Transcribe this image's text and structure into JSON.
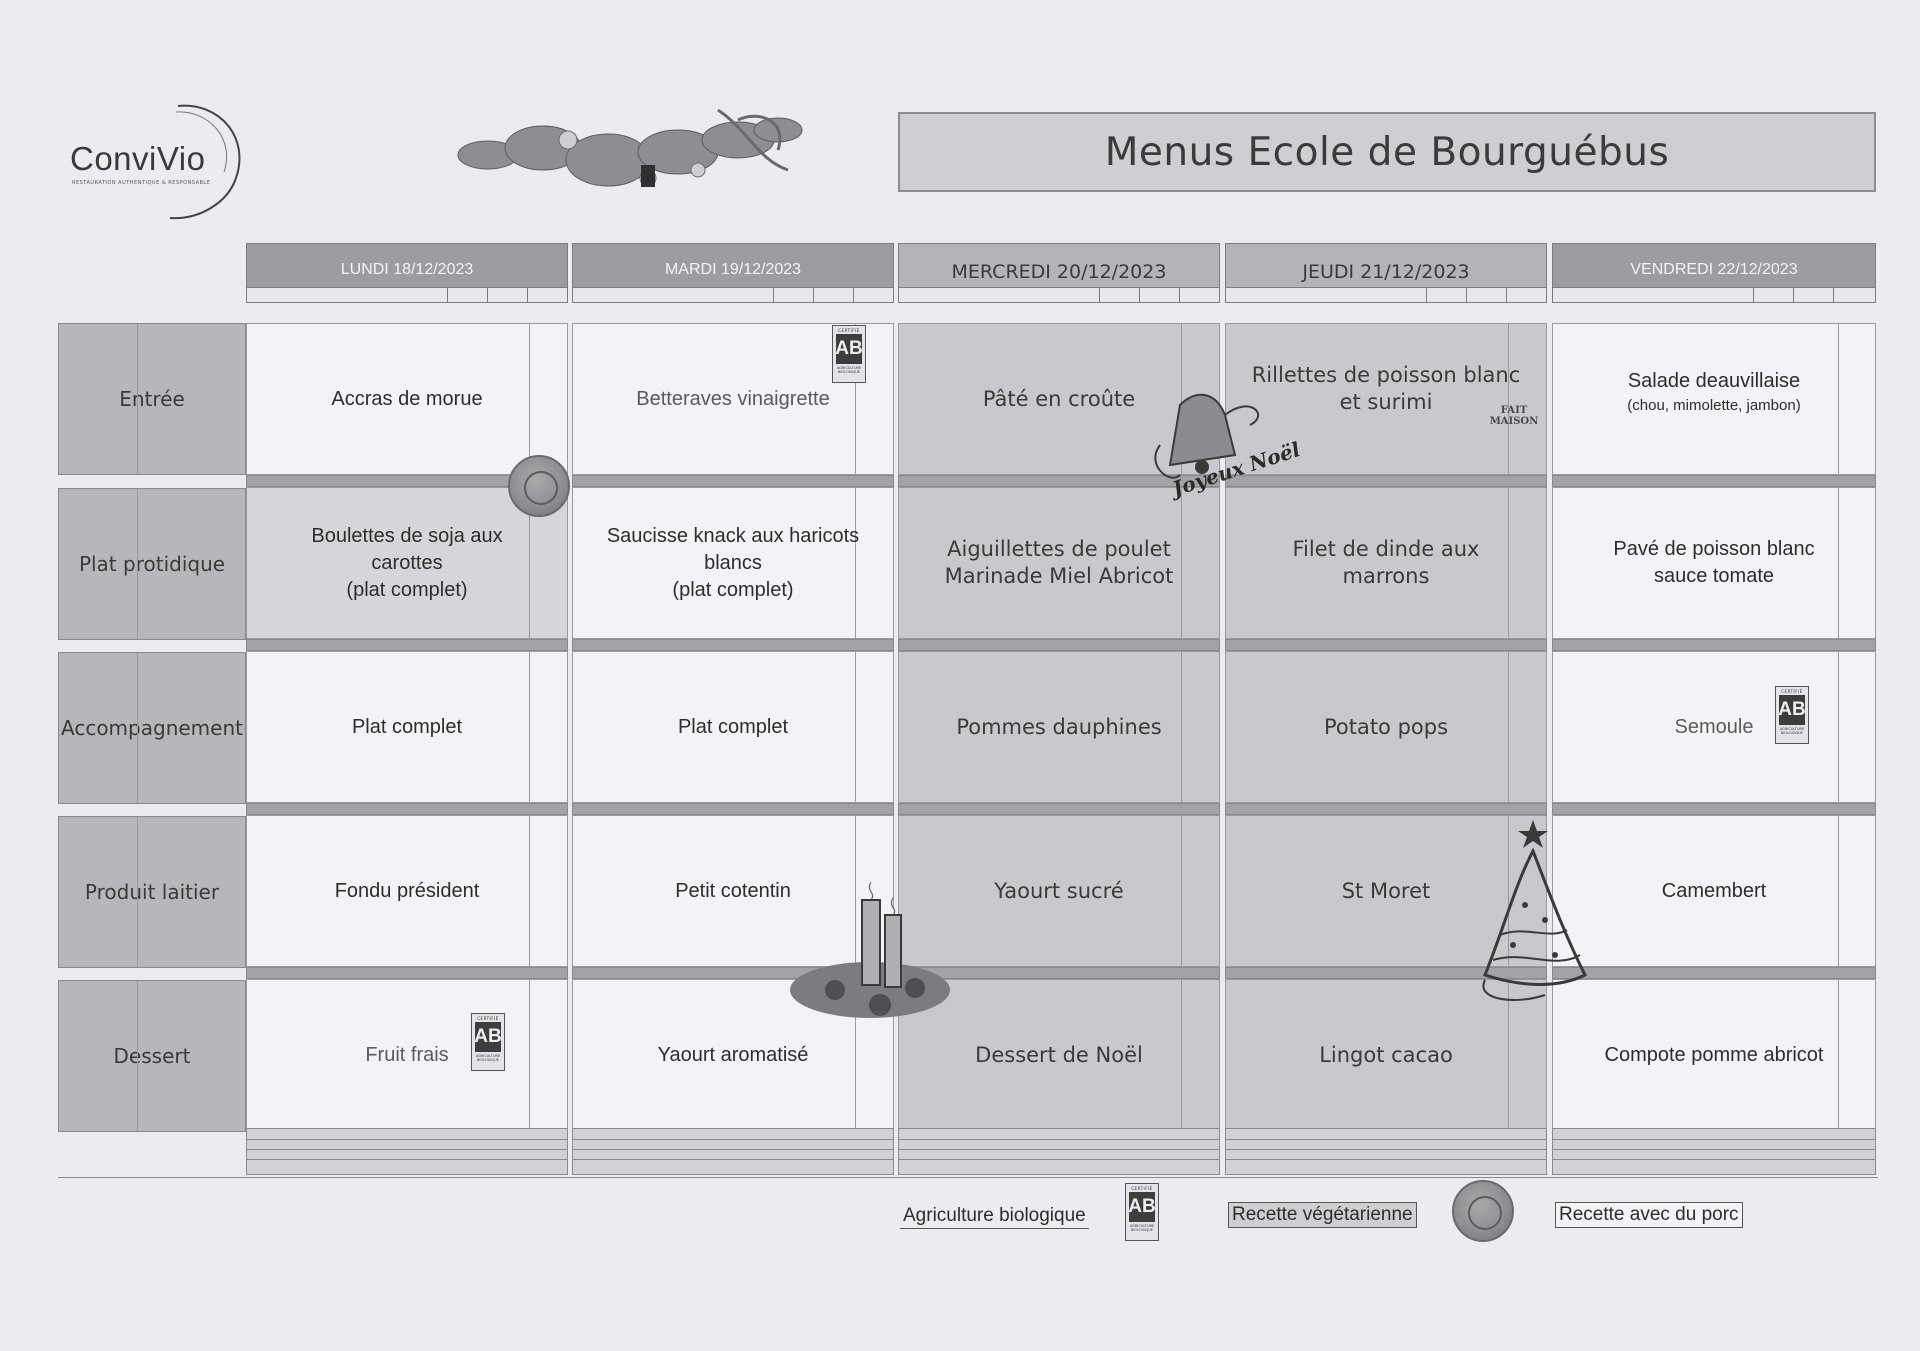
{
  "logo": {
    "name": "ConviVio",
    "tagline": "RESTAURATION AUTHENTIQUE & RESPONSABLE"
  },
  "title": "Menus Ecole de Bourguébus",
  "days": [
    {
      "label": "LUNDI  18/12/2023"
    },
    {
      "label": "MARDI 19/12/2023"
    },
    {
      "label": "MERCREDI 20/12/2023"
    },
    {
      "label": "JEUDI 21/12/2023"
    },
    {
      "label": "VENDREDI 22/12/2023"
    }
  ],
  "rows": [
    {
      "label": "Entrée"
    },
    {
      "label": "Plat protidique"
    },
    {
      "label": "Accompagnement"
    },
    {
      "label": "Produit laitier"
    },
    {
      "label": "Dessert"
    }
  ],
  "menu": {
    "lundi": {
      "entree": "Accras de morue",
      "plat_1": "Boulettes de soja aux",
      "plat_2": "carottes",
      "plat_3": "(plat complet)",
      "accompagnement": "Plat complet",
      "laitier": "Fondu président",
      "dessert": "Fruit frais"
    },
    "mardi": {
      "entree": "Betteraves vinaigrette",
      "plat_1": "Saucisse knack aux haricots",
      "plat_2": "blancs",
      "plat_3": "(plat complet)",
      "accompagnement": "Plat complet",
      "laitier": "Petit cotentin",
      "dessert": "Yaourt aromatisé"
    },
    "mercredi": {
      "entree": "Pâté en croûte",
      "plat_1": "Aiguillettes de poulet",
      "plat_2": "Marinade Miel Abricot",
      "accompagnement": "Pommes dauphines",
      "laitier": "Yaourt sucré",
      "dessert": "Dessert de Noël"
    },
    "jeudi": {
      "entree_1": "Rillettes de poisson blanc",
      "entree_2": "et surimi",
      "plat_1": "Filet de dinde aux",
      "plat_2": "marrons",
      "accompagnement": "Potato pops",
      "laitier": "St Moret",
      "dessert": "Lingot cacao"
    },
    "vendredi": {
      "entree_1": "Salade deauvillaise",
      "entree_2": "(chou, mimolette, jambon)",
      "plat_1": "Pavé de poisson blanc",
      "plat_2": "sauce tomate",
      "accompagnement": "Semoule",
      "laitier": "Camembert",
      "dessert": "Compote pomme abricot"
    }
  },
  "badges": {
    "ab_mark": "AB",
    "ab_top": "CERTIFIÉ",
    "ab_bottom": "AGRICULTURE BIOLOGIQUE",
    "fait_maison": "FAIT MAISON",
    "joyeux_noel": "Joyeux Noël"
  },
  "legend": {
    "bio": "Agriculture biologique",
    "veg": "Recette végétarienne",
    "porc": "Recette avec du porc"
  },
  "colors": {
    "paper": "#ecebf0",
    "header_gray": "#9d9ca1",
    "shaded_cell": "#c9c8cd",
    "row_label": "#b7b6bb"
  }
}
